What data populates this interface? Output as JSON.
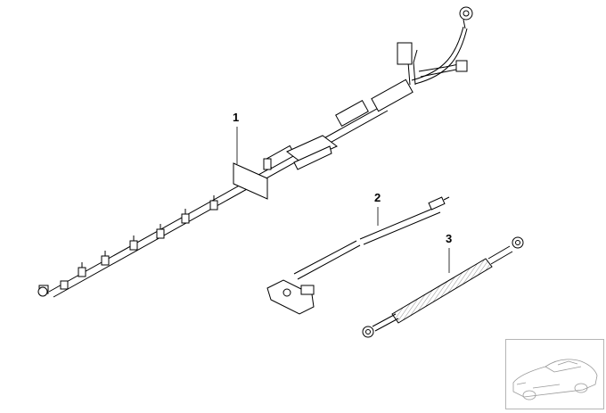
{
  "diagram": {
    "callouts": [
      {
        "id": "1",
        "label": "1"
      },
      {
        "id": "2",
        "label": "2"
      },
      {
        "id": "3",
        "label": "3"
      }
    ],
    "parts": [
      {
        "callout": "1",
        "icon": "main-battery-cable-harness"
      },
      {
        "callout": "2",
        "icon": "battery-terminal-cable"
      },
      {
        "callout": "3",
        "icon": "ground-strap-cable"
      }
    ],
    "thumbnail": {
      "icon": "vehicle-sedan-outline"
    }
  }
}
